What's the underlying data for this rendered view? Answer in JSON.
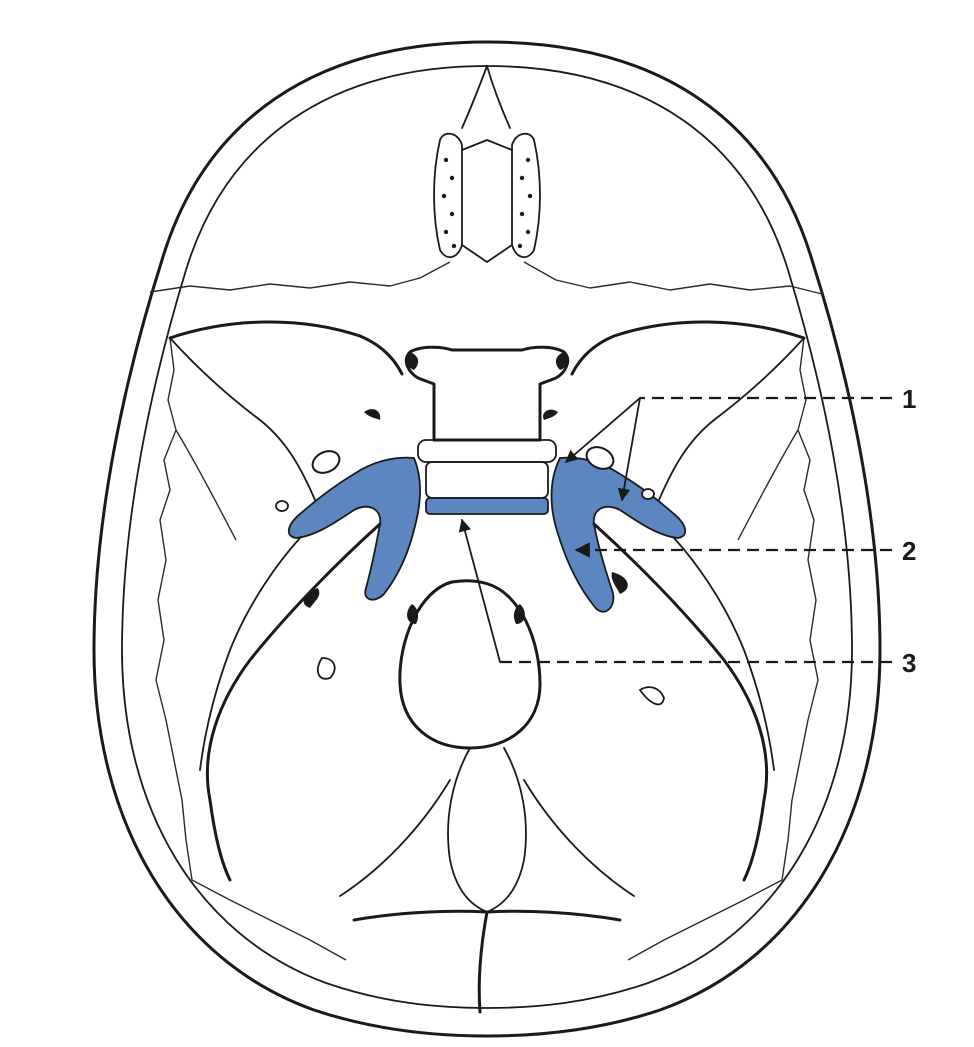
{
  "figure": {
    "colors": {
      "bone": "#eecf95",
      "bone_light": "#f6e2b6",
      "highlight": "#5b86c0",
      "outline": "#1a1a1a",
      "background": "#ffffff"
    },
    "callouts": [
      {
        "label": "1"
      },
      {
        "label": "2"
      },
      {
        "label": "3"
      }
    ]
  }
}
